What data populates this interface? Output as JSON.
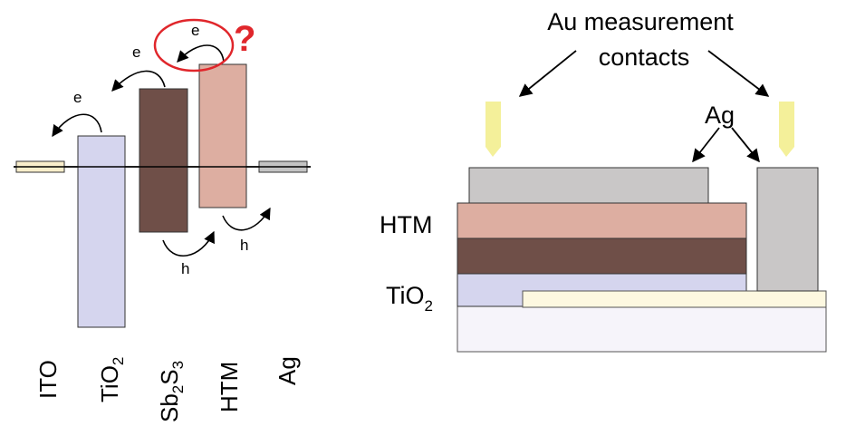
{
  "energy_diagram": {
    "charge_labels": {
      "electron": "e",
      "hole": "h",
      "question_mark": "?"
    },
    "materials": [
      {
        "base": "ITO",
        "sub": "",
        "tail": "",
        "sub2": ""
      },
      {
        "base": "TiO",
        "sub": "2",
        "tail": "",
        "sub2": ""
      },
      {
        "base": "Sb",
        "sub": "2",
        "tail": "S",
        "sub2": "3"
      },
      {
        "base": "HTM",
        "sub": "",
        "tail": "",
        "sub2": ""
      },
      {
        "base": "Ag",
        "sub": "",
        "tail": "",
        "sub2": ""
      }
    ],
    "colors": {
      "ito": "#f9eecb",
      "tio2": "#d5d5ee",
      "sb2s3": "#6f4f48",
      "htm": "#ddaea1",
      "ag": "#c4c4c4",
      "highlight_circle": "#e0262b"
    }
  },
  "device_diagram": {
    "contacts_label_line1": "Au measurement",
    "contacts_label_line2": "contacts",
    "ag_label": "Ag",
    "htm_label": "HTM",
    "tio2_label_base": "TiO",
    "tio2_label_sub": "2",
    "colors": {
      "au_tip": "#f4f09a",
      "ag_layer": "#c9c7c7",
      "htm_layer": "#ddaea1",
      "sb2s3_layer": "#6f4f48",
      "tio2_layer": "#d5d5ee",
      "ito_layer": "#fdf8e0",
      "substrate": "#f6f4fa"
    }
  }
}
